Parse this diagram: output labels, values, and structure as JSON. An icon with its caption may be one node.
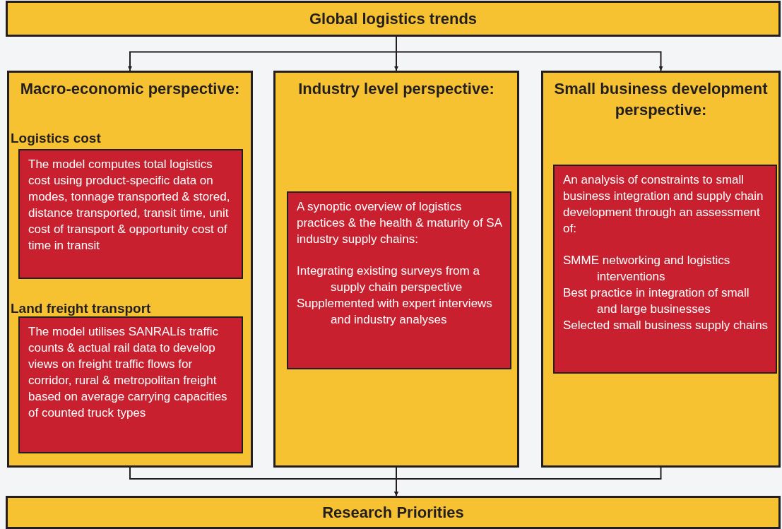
{
  "diagram": {
    "nodes": [
      {
        "text": [
          "Global logistics trends"
        ]
      },
      {
        "text": [
          "Macro-economic perspective:"
        ]
      },
      {
        "text": [
          "Logistics cost",
          "The model computes total logistics cost using product-specific data on modes, tonnage transported & stored, distance transported, transit time, unit cost of transport & opportunity cost of time in transit"
        ],
        "in": 1
      },
      {
        "text": [
          "Land freight transport",
          "The model utilises SANRALís traffic counts & actual rail data to develop views on freight traffic flows for corridor, rural & metropolitan freight based on average carrying capacities of counted truck types"
        ],
        "in": 1
      },
      {
        "text": [
          "Industry level perspective:"
        ]
      },
      {
        "text": [
          "A synoptic overview of logistics practices & the health & maturity of SA industry supply chains:",
          "Integrating existing surveys from a supply chain perspective",
          "Supplemented with expert interviews and industry analyses"
        ],
        "in": 4
      },
      {
        "text": [
          "Small business development perspective:"
        ]
      },
      {
        "text": [
          "An analysis of constraints to small business integration and supply chain development through an assessment of:",
          "SMME networking and logistics interventions",
          "Best practice in integration of small and large businesses",
          "Selected small business supply chains"
        ],
        "in": 6
      },
      {
        "text": [
          "Research Priorities"
        ]
      }
    ],
    "edges": [
      {
        "from": 0,
        "to": 1,
        "arrow": "to"
      },
      {
        "from": 0,
        "to": 4,
        "arrow": "to"
      },
      {
        "from": 0,
        "to": 6,
        "arrow": "to"
      },
      {
        "from": 1,
        "to": 8,
        "arrow": "to"
      },
      {
        "from": 4,
        "to": 8,
        "arrow": "to"
      },
      {
        "from": 6,
        "to": 8,
        "arrow": "to"
      }
    ]
  }
}
